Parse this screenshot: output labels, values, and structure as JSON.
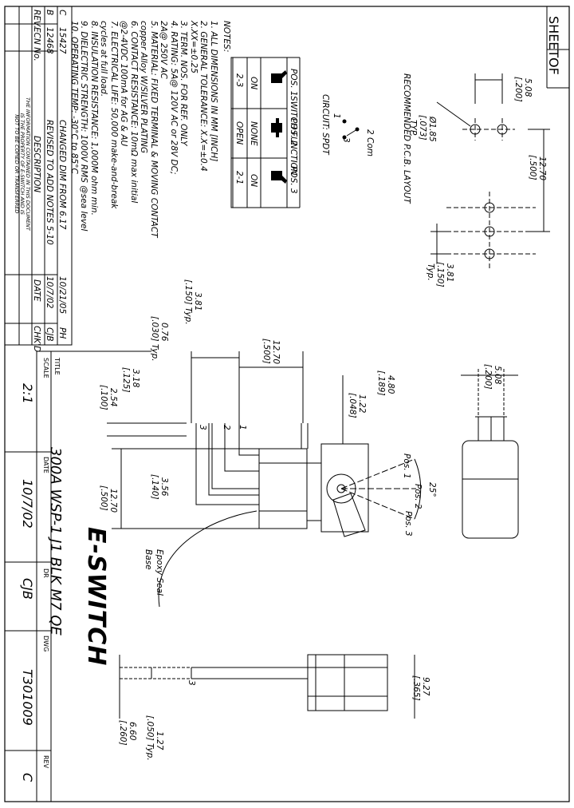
{
  "sheet": {
    "sheet_label": "SHEET",
    "of_label": "OF"
  },
  "pcb_layout": {
    "title": "RECOMMENDED P.C.B. LAYOUT",
    "dim_508": "5.08",
    "dim_508_in": "[.200]",
    "dim_1270": "12.70",
    "dim_1270_in": "[.500]",
    "hole_dia": "Ø1.85",
    "hole_dia_in": "[.073]",
    "hole_typ": "TYP.",
    "dim_381": "3.81",
    "dim_381_in": "[.150]",
    "dim_381_typ": "Typ."
  },
  "circuit": {
    "title": "CIRCUIT: SPDT",
    "pin2": "2 Com",
    "pin1": "1",
    "pin3": "3"
  },
  "switch_table": {
    "title": "SWITCH FUNCTION",
    "headers": [
      "POS. 1",
      "POS. 2",
      "POS. 3"
    ],
    "row_state": [
      "ON",
      "NONE",
      "ON"
    ],
    "row_pins": [
      "2-3",
      "OPEN",
      "2-1"
    ]
  },
  "notes": {
    "heading": "NOTES:",
    "lines": [
      "1.  ALL DIMENSIONS IN MM [INCH]",
      "2.  GENERAL TOLERANCE: X.X=±0.4",
      "                                    X.XX=±0.25",
      "3.  TERM. NOS. FOR REF. ONLY",
      "4.  RATING: 5A@ 120V AC or 28V DC;",
      "                   2A@ 250V AC",
      "5.  MATERIAL: FIXED TERMINAL & MOVING CONTACT",
      "      copper Alloy W/SILVER PLATING",
      "6.  CONTACT RESISTANCE: 10mΩ max initial",
      "      @2-4VDC 100mA for AG & AU",
      "7.  ELECTRICAL LIFE: 50,000 make-and-break",
      "      cycles at full load.",
      "8.  INSULATION RESISTANCE: 1,000M ohm min.",
      "9.  DIELECTRIC STRENGTH: 1000V RMS @sea level",
      "10. OPERATING TEMP: -30°C to 85°C"
    ]
  },
  "revisions": {
    "headers": {
      "rev": "REV.",
      "ecn": "ECN No.",
      "desc": "DESCRIPTION",
      "date": "DATE",
      "chkd": "CHK'D"
    },
    "rows": [
      {
        "rev": "C",
        "ecn": "15427",
        "desc": "CHANGED DIM FROM 6.17",
        "date": "10/21/05",
        "chkd": "PH"
      },
      {
        "rev": "B",
        "ecn": "12468",
        "desc": "REVISED TO ADD NOTES 5-10",
        "date": "10/7/02",
        "chkd": "CJB"
      }
    ],
    "disclaimer": [
      "THE INFORMATION CONTAINED IN THIS DOCUMENT",
      "IS THE PROPERTY OF E-SWITCH AND IS",
      "NOT TO BE COPIED OR TRANSFERRED"
    ]
  },
  "side_view": {
    "dim_480": "4.80",
    "dim_480_in": "[.189]",
    "dim_122": "1.22",
    "dim_122_in": "[.048]",
    "dim_1270": "12.70",
    "dim_1270_in": "[.500]",
    "dim_381": "3.81",
    "dim_381_in": "[.150] Typ.",
    "dim_076": "0.76",
    "dim_076_in": "[.030] Typ.",
    "dim_318": "3.18",
    "dim_318_in": "[.125]",
    "dim_254": "2.54",
    "dim_254_in": "[.100]",
    "dim_356": "3.56",
    "dim_356_in": "[.140]",
    "dim_1270b": "12.70",
    "dim_1270b_in": "[.500]",
    "pin_labels": [
      "1",
      "2",
      "3"
    ],
    "pos1": "Pos. 1",
    "pos2": "Pos. 2",
    "pos3": "Pos. 3",
    "angle": "25°",
    "epoxy": "Epoxy Seal",
    "base": "Base"
  },
  "end_view": {
    "dim_508": "5.08",
    "dim_508_in": "[.200]"
  },
  "front_view": {
    "dim_927": "9.27",
    "dim_927_in": "[.365]",
    "dim_127": "1.27",
    "dim_127_in": "[.050] Typ.",
    "dim_660": "6.60",
    "dim_660_in": "[.260]",
    "pin_label": "3"
  },
  "title_block": {
    "title_label": "TITLE",
    "title": "300A WSP-1 J1 BLK M7 QE",
    "logo": "E-SWITCH",
    "scale_label": "SCALE",
    "scale": "2:1",
    "date_label": "DATE",
    "date": "10/7/02",
    "dr_label": "DR",
    "dr": "CJB",
    "dwg_label": "DWG",
    "dwg": "T301009",
    "rev_label": "REV",
    "rev": "C"
  }
}
